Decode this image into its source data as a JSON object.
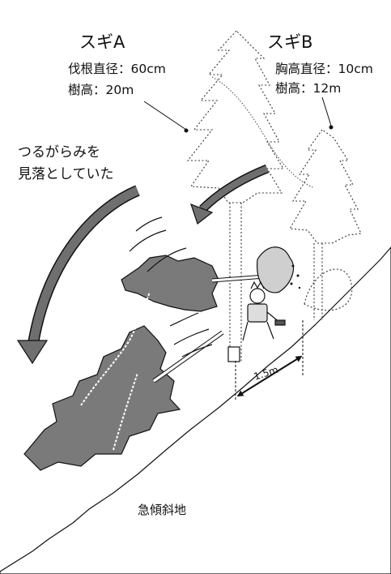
{
  "trees": {
    "a": {
      "name": "スギA",
      "specs": [
        "伐根直径：60cm",
        "樹高：20m"
      ]
    },
    "b": {
      "name": "スギB",
      "specs": [
        "胸高直径：10cm",
        "樹高：12m"
      ]
    }
  },
  "annotation": {
    "lines": [
      "つるがらみを",
      "見落としていた"
    ]
  },
  "distance": "1.5m",
  "terrain": "急傾斜地",
  "colors": {
    "ink": "#111111",
    "falling_tree": "#7a7a7a",
    "arrow": "#6f6f6f",
    "ground": "#ffffff"
  }
}
